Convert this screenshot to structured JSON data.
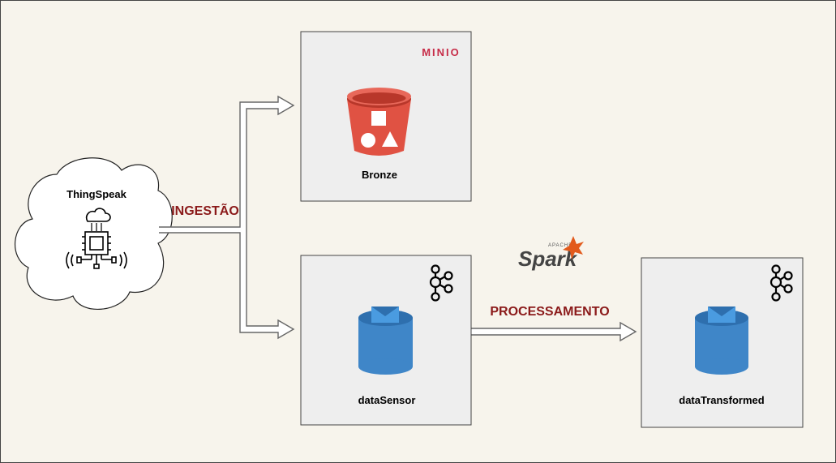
{
  "colors": {
    "background": "#f7f4ec",
    "box_fill": "#eeeeee",
    "box_border": "#444444",
    "bucket_red": "#e05243",
    "cylinder_blue": "#3f86c8",
    "label_dark_red": "#8b1a1a",
    "spark_orange": "#e25a1c"
  },
  "source": {
    "title": "ThingSpeak",
    "icons": [
      "cloud-icon",
      "chip-icon",
      "signal-icon"
    ]
  },
  "edges": {
    "ingestion_label": "INGESTÃO",
    "processing_label": "PROCESSAMENTO"
  },
  "bronze": {
    "label": "Bronze",
    "logo": "MINIO"
  },
  "data_sensor": {
    "label": "dataSensor",
    "logo_icon": "kafka-icon"
  },
  "data_transformed": {
    "label": "dataTransformed",
    "logo_icon": "kafka-icon"
  },
  "spark": {
    "small_text": "APACHE",
    "name": "Spark"
  }
}
